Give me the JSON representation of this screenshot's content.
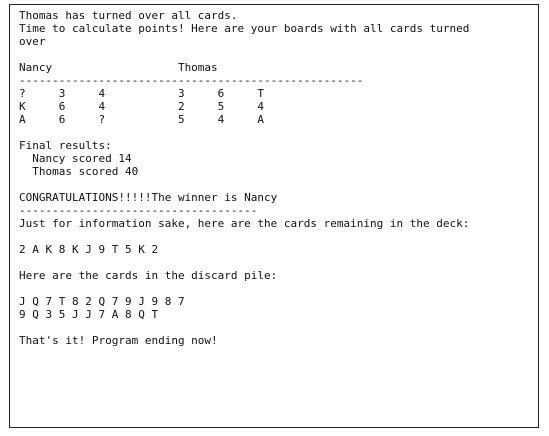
{
  "console": {
    "lines": [
      "Thomas has turned over all cards.",
      "Time to calculate points! Here are your boards with all cards turned",
      "over",
      "",
      "Nancy                   Thomas",
      "----------------------------------------------------",
      "?     3     4           3     6     T",
      "K     6     4           2     5     4",
      "A     6     ?           5     4     A",
      "",
      "Final results:",
      "  Nancy scored 14",
      "  Thomas scored 40",
      "",
      "CONGRATULATIONS!!!!!The winner is Nancy",
      "------------------------------------",
      "Just for information sake, here are the cards remaining in the deck:",
      "",
      "2 A K 8 K J 9 T 5 K 2",
      "",
      "Here are the cards in the discard pile:",
      "",
      "J Q 7 T 8 2 Q 7 9 J 9 8 7",
      "9 Q 3 5 J J 7 A 8 Q T",
      "",
      "That's it! Program ending now!"
    ]
  }
}
